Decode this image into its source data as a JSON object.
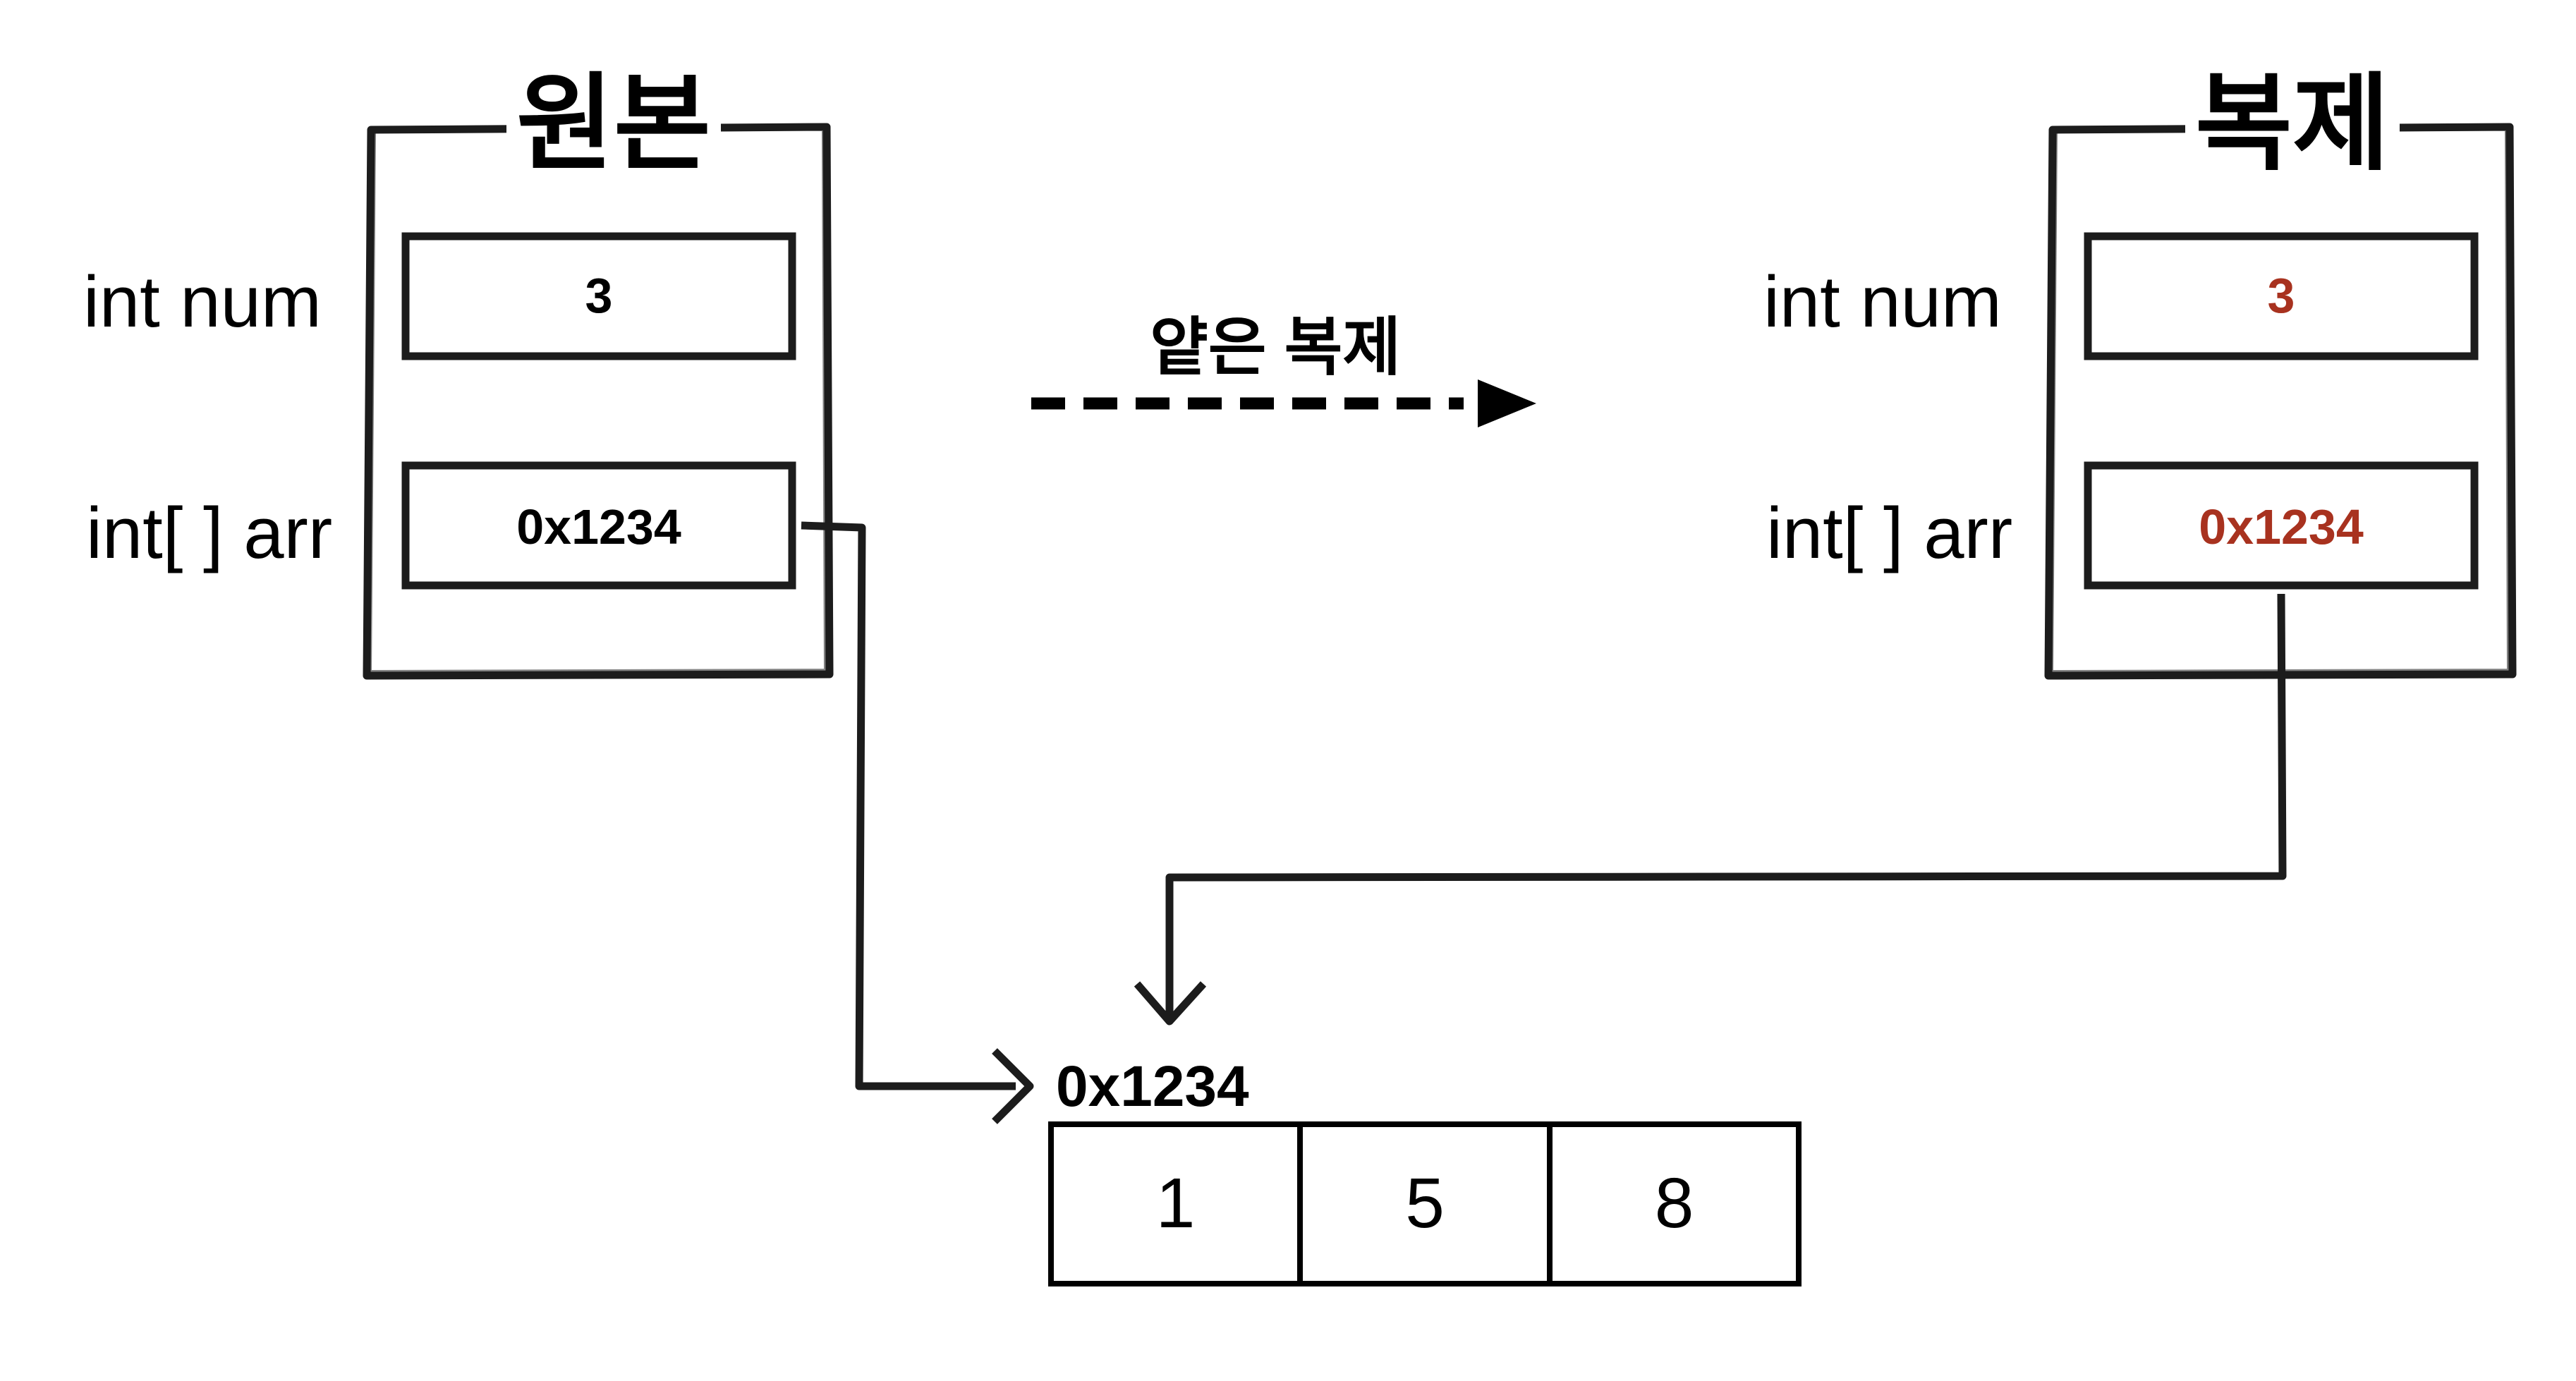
{
  "colors": {
    "stroke": "#1c1c1c",
    "copy_value": "#a8321f"
  },
  "original": {
    "title": "원본",
    "num_label": "int num",
    "num_value": "3",
    "arr_label": "int[ ] arr",
    "arr_value": "0x1234"
  },
  "copy": {
    "title": "복제",
    "num_label": "int num",
    "num_value": "3",
    "arr_label": "int[ ] arr",
    "arr_value": "0x1234"
  },
  "transition": {
    "label": "얕은 복제"
  },
  "heap_array": {
    "address": "0x1234",
    "cells": [
      "1",
      "5",
      "8"
    ]
  }
}
